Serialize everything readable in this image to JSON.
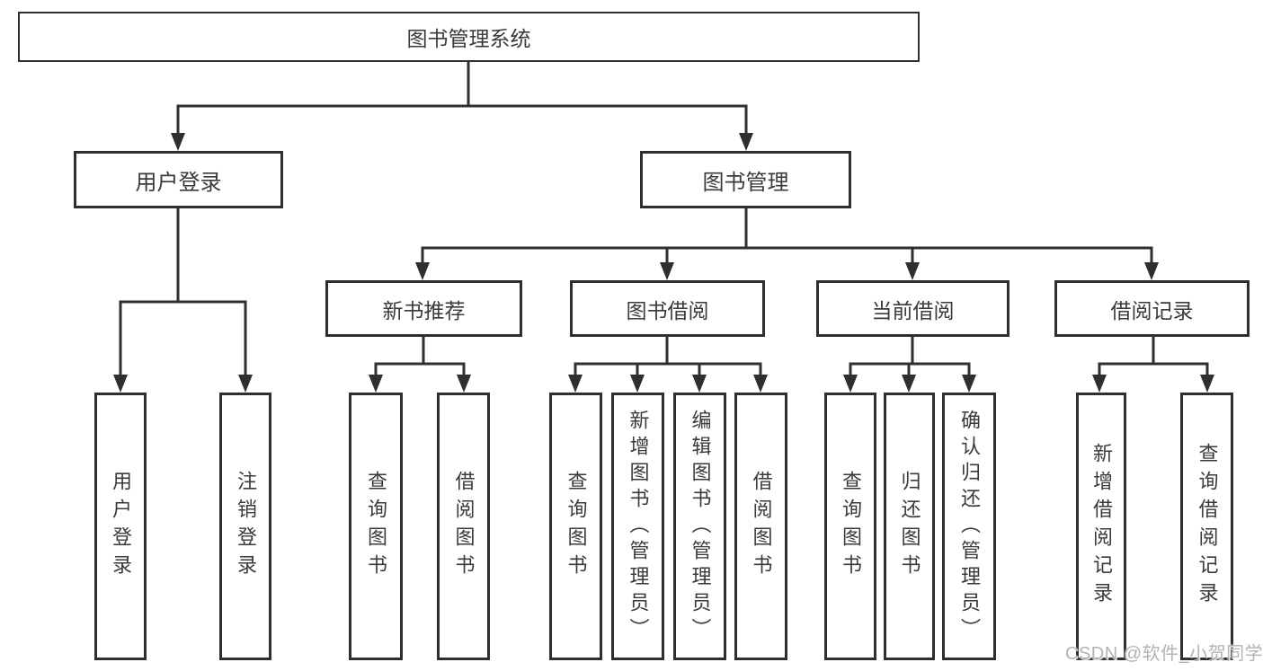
{
  "tree": {
    "root": {
      "label": "图书管理系统",
      "children": [
        {
          "label": "用户登录",
          "children": [
            {
              "label": "用户登录"
            },
            {
              "label": "注销登录"
            }
          ]
        },
        {
          "label": "图书管理",
          "children": [
            {
              "label": "新书推荐",
              "children": [
                {
                  "label": "查询图书"
                },
                {
                  "label": "借阅图书"
                }
              ]
            },
            {
              "label": "图书借阅",
              "children": [
                {
                  "label": "查询图书"
                },
                {
                  "label": "新增图书（管理员）"
                },
                {
                  "label": "编辑图书（管理员）"
                },
                {
                  "label": "借阅图书"
                }
              ]
            },
            {
              "label": "当前借阅",
              "children": [
                {
                  "label": "查询图书"
                },
                {
                  "label": "归还图书"
                },
                {
                  "label": "确认归还（管理员）"
                }
              ]
            },
            {
              "label": "借阅记录",
              "children": [
                {
                  "label": "新增借阅记录"
                },
                {
                  "label": "查询借阅记录"
                }
              ]
            }
          ]
        }
      ]
    }
  },
  "watermark": {
    "text": "CSDN @软件_小贺同学"
  },
  "colors": {
    "line": "#2f2f2f",
    "box_border": "#2f2f2f",
    "text": "#3a3a3a",
    "background": "#ffffff",
    "watermark": "#b3b3b3"
  }
}
